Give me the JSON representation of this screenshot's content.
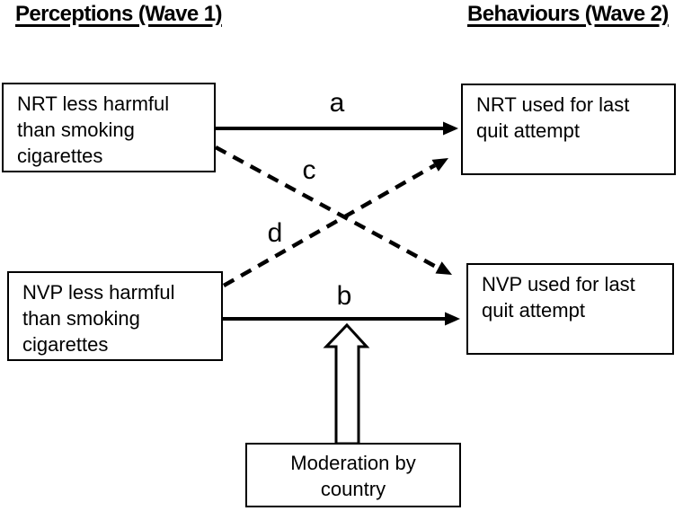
{
  "title_headers": {
    "perceptions": "Perceptions (Wave 1)",
    "behaviours": "Behaviours (Wave 2)"
  },
  "boxes": {
    "nrt_perception": "NRT less harmful than smoking cigarettes",
    "nrt_behaviour": "NRT used for last quit attempt",
    "nvp_perception": "NVP less harmful than smoking cigarettes",
    "nvp_behaviour": "NVP used for last quit attempt",
    "moderation": "Moderation by country"
  },
  "path_labels": {
    "a": "a",
    "b": "b",
    "c": "c",
    "d": "d"
  },
  "colors": {
    "ink": "#000000",
    "background": "#ffffff"
  }
}
